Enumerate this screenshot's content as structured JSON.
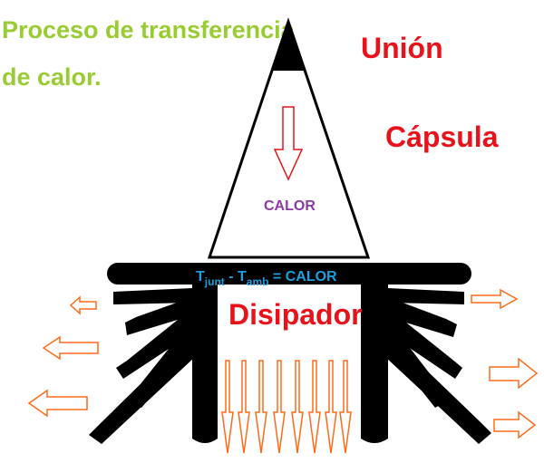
{
  "title": {
    "line1": "Proceso de transferencia",
    "line2": "de calor."
  },
  "labels": {
    "union": "Unión",
    "capsula": "Cápsula",
    "disipador": "Disipador",
    "calor": "CALOR"
  },
  "equation": {
    "t1": "T",
    "sub1": "junt",
    "minus": " - ",
    "t2": "T",
    "sub2": "amb",
    "rest": " = CALOR"
  },
  "colors": {
    "title": "#99cc33",
    "red_text": "#e8121b",
    "calor_purple": "#8b3aa8",
    "equation_blue": "#1aa0e0",
    "arrow_orange": "#ff6a1a",
    "heatsink": "#000000"
  }
}
